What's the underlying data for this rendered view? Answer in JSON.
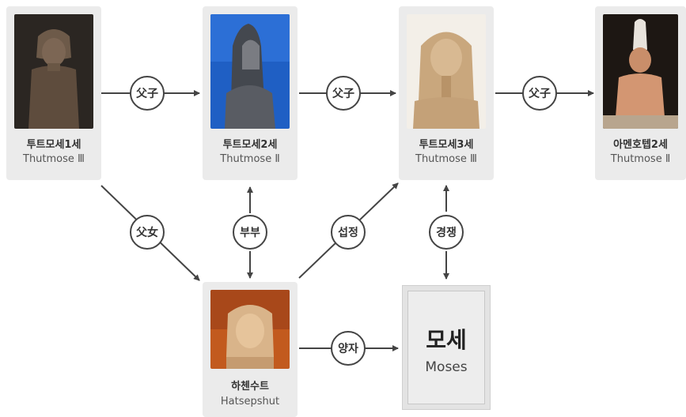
{
  "people": {
    "thutmose1": {
      "korean": "투트모세1세",
      "english": "Thutmose Ⅲ"
    },
    "thutmose2": {
      "korean": "투트모세2세",
      "english": "Thutmose Ⅱ"
    },
    "thutmose3": {
      "korean": "투트모세3세",
      "english": "Thutmose Ⅲ"
    },
    "amenhotep2": {
      "korean": "아멘호텝2세",
      "english": "Thutmose Ⅱ"
    },
    "hatshepsut": {
      "korean": "하첸수트",
      "english": "Hatsepshut"
    },
    "moses": {
      "korean": "모세",
      "english": "Moses"
    }
  },
  "relations": {
    "t1_t2": "父子",
    "t2_t3": "父子",
    "t3_a2": "父子",
    "t1_hat": "父女",
    "t2_hat": "부부",
    "hat_t3": "섭정",
    "t3_moses": "경쟁",
    "hat_moses": "양자"
  },
  "colors": {
    "card_bg": "#ebebeb",
    "arrow": "#444444",
    "text_dark": "#333333"
  }
}
